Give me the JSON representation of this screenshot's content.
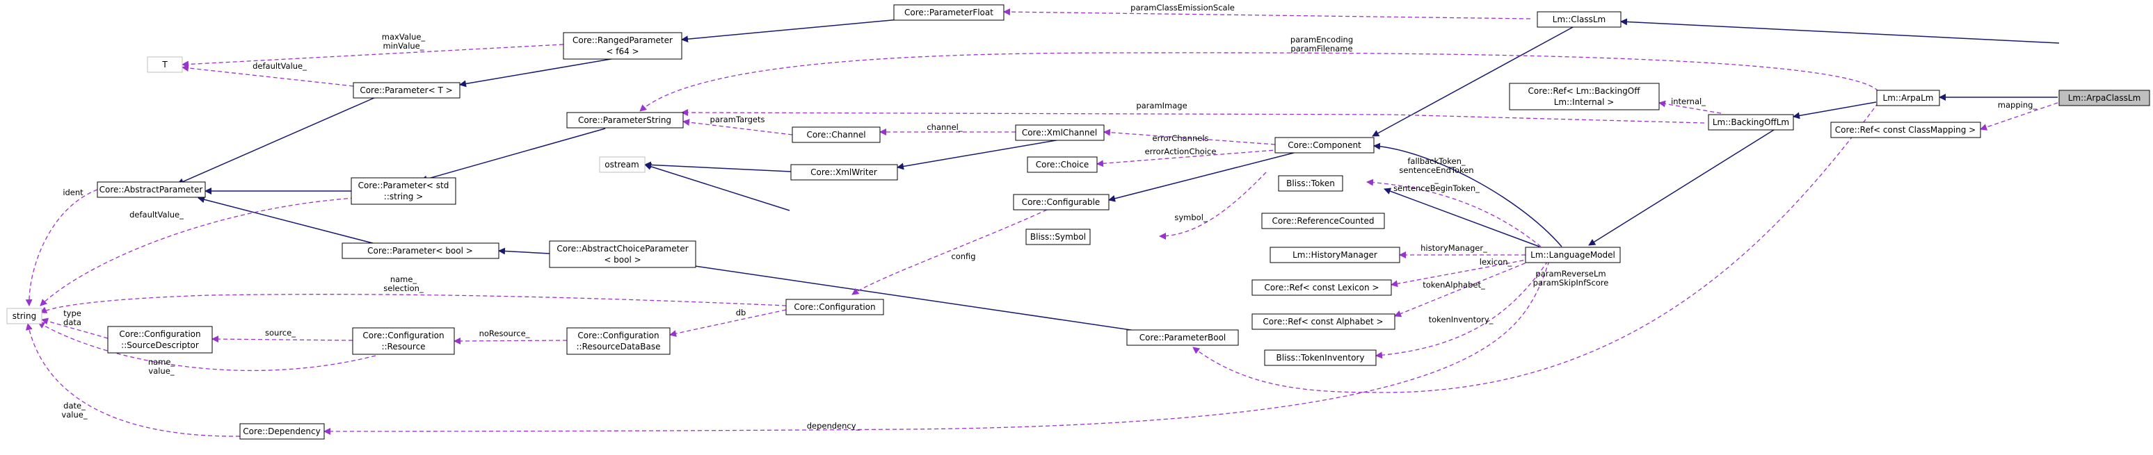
{
  "diagram": {
    "nodes": {
      "lm_arpaclasslm": "Lm::ArpaClassLm",
      "lm_arpalm": "Lm::ArpaLm",
      "lm_classlm": "Lm::ClassLm",
      "lm_backingofflm": "Lm::BackingOffLm",
      "core_ref_classmapping": "Core::Ref< const ClassMapping >",
      "core_ref_backingoff_internal_l1": "Core::Ref< Lm::BackingOff",
      "core_ref_backingoff_internal_l2": "Lm::Internal >",
      "core_parameterfloat": "Core::ParameterFloat",
      "core_rangedparameter_l1": "Core::RangedParameter",
      "core_rangedparameter_l2": "< f64 >",
      "t": "T",
      "core_parameter_t": "Core::Parameter< T >",
      "core_parameterstring": "Core::ParameterString",
      "core_abstractparameter": "Core::AbstractParameter",
      "core_parameter_std_string_l1": "Core::Parameter< std",
      "core_parameter_std_string_l2": "::string >",
      "core_parameter_bool": "Core::Parameter< bool >",
      "core_abstractchoiceparameter_l1": "Core::AbstractChoiceParameter",
      "core_abstractchoiceparameter_l2": "< bool >",
      "string": "string",
      "ostream": "ostream",
      "core_channel": "Core::Channel",
      "core_xmlwriter": "Core::XmlWriter",
      "core_xmlchannel": "Core::XmlChannel",
      "core_component": "Core::Component",
      "core_choice": "Core::Choice",
      "core_configurable": "Core::Configurable",
      "bliss_symbol": "Bliss::Symbol",
      "bliss_token": "Bliss::Token",
      "core_referencecounted": "Core::ReferenceCounted",
      "lm_historymanager": "Lm::HistoryManager",
      "lm_languagemodel": "Lm::LanguageModel",
      "core_ref_lexicon": "Core::Ref< const Lexicon >",
      "core_ref_alphabet": "Core::Ref< const Alphabet >",
      "bliss_tokeninventory": "Bliss::TokenInventory",
      "core_configuration": "Core::Configuration",
      "core_configuration_resourcedatabase_l1": "Core::Configuration",
      "core_configuration_resourcedatabase_l2": "::ResourceDataBase",
      "core_configuration_resource_l1": "Core::Configuration",
      "core_configuration_resource_l2": "::Resource",
      "core_configuration_sourcedescriptor_l1": "Core::Configuration",
      "core_configuration_sourcedescriptor_l2": "::SourceDescriptor",
      "core_parameterbool": "Core::ParameterBool",
      "core_dependency": "Core::Dependency"
    },
    "edge_labels": {
      "mapping": "mapping_",
      "internal": "internal_",
      "param_class_emission_scale": "paramClassEmissionScale",
      "param_encoding": "paramEncoding",
      "param_filename": "paramFilename",
      "param_image": "paramImage",
      "max_value": "maxValue_",
      "min_value": "minValue_",
      "default_value_t": "defaultValue_",
      "param_targets": "paramTargets",
      "channel": "channel_",
      "error_channels": "errorChannels",
      "error_action_choice": "errorActionChoice",
      "ident": "ident",
      "default_value_str": "defaultValue_",
      "symbol": "symbol_",
      "fallback_token": "fallbackToken_",
      "sentence_end_token": "sentenceEndToken",
      "sentence_end_token_underscore": "_",
      "sentence_begin_token": "sentenceBeginToken_",
      "history_manager": "historyManager_",
      "lexicon": "lexicon_",
      "token_alphabet": "tokenAlphabet_",
      "param_reverse_lm": "paramReverseLm",
      "param_skip_inf_score": "paramSkipInfScore",
      "token_inventory": "tokenInventory_",
      "config": "config",
      "name_sel_name": "name_",
      "name_sel_selection": "selection_",
      "db": "db",
      "source": "source_",
      "no_resource": "noResource_",
      "type": "type",
      "data": "data",
      "name_value_name": "name_",
      "name_value_value": "value_",
      "date": "date_",
      "value": "value_",
      "dependency": "dependency_"
    }
  }
}
